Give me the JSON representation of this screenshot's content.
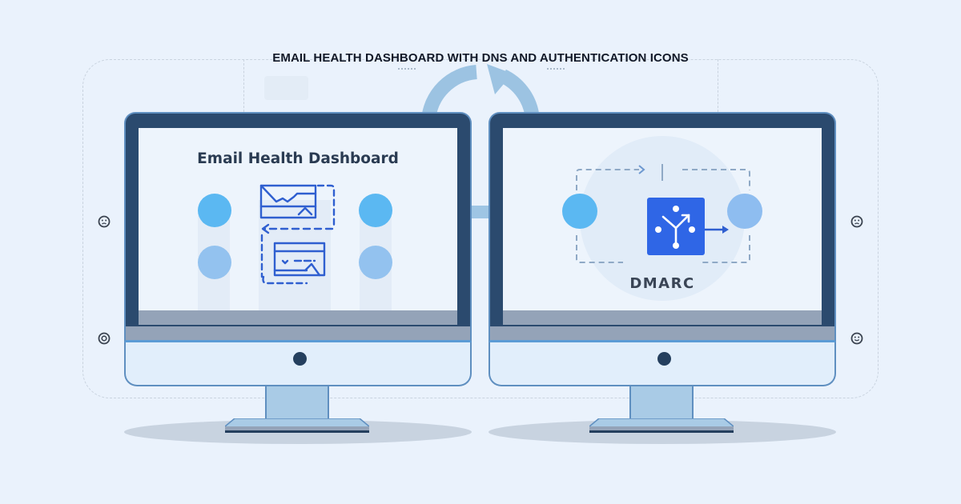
{
  "title": "EMAIL HEALTH DASHBOARD WITH DNS AND AUTHENTICATION ICONS",
  "left_monitor": {
    "screen_title": "Email Health Dashboard",
    "icons": [
      "chart-card-icon",
      "dashed-arrow-left-icon",
      "checklist-card-icon"
    ],
    "status_dots": [
      {
        "position": "top-left",
        "color": "#5bb8f2"
      },
      {
        "position": "bottom-left",
        "color": "#93c2ef"
      },
      {
        "position": "top-right",
        "color": "#5bb8f2"
      },
      {
        "position": "bottom-right",
        "color": "#93c2ef"
      }
    ]
  },
  "right_monitor": {
    "label": "DMARC",
    "icon": "dmarc-routing-icon",
    "status_dots": [
      {
        "position": "left",
        "color": "#5bb8f2"
      },
      {
        "position": "right",
        "color": "#8ebdf0"
      }
    ],
    "accent_color": "#2f66e6"
  },
  "side_icons": {
    "left": [
      "sad-face-icon",
      "target-icon"
    ],
    "right": [
      "sad-face-icon",
      "smile-face-icon"
    ]
  },
  "colors": {
    "background": "#eaf2fc",
    "bezel": "#2b4a6e",
    "screen": "#edf4fc",
    "accent_blue": "#2f66e6",
    "arc": "#9cc3e2"
  }
}
